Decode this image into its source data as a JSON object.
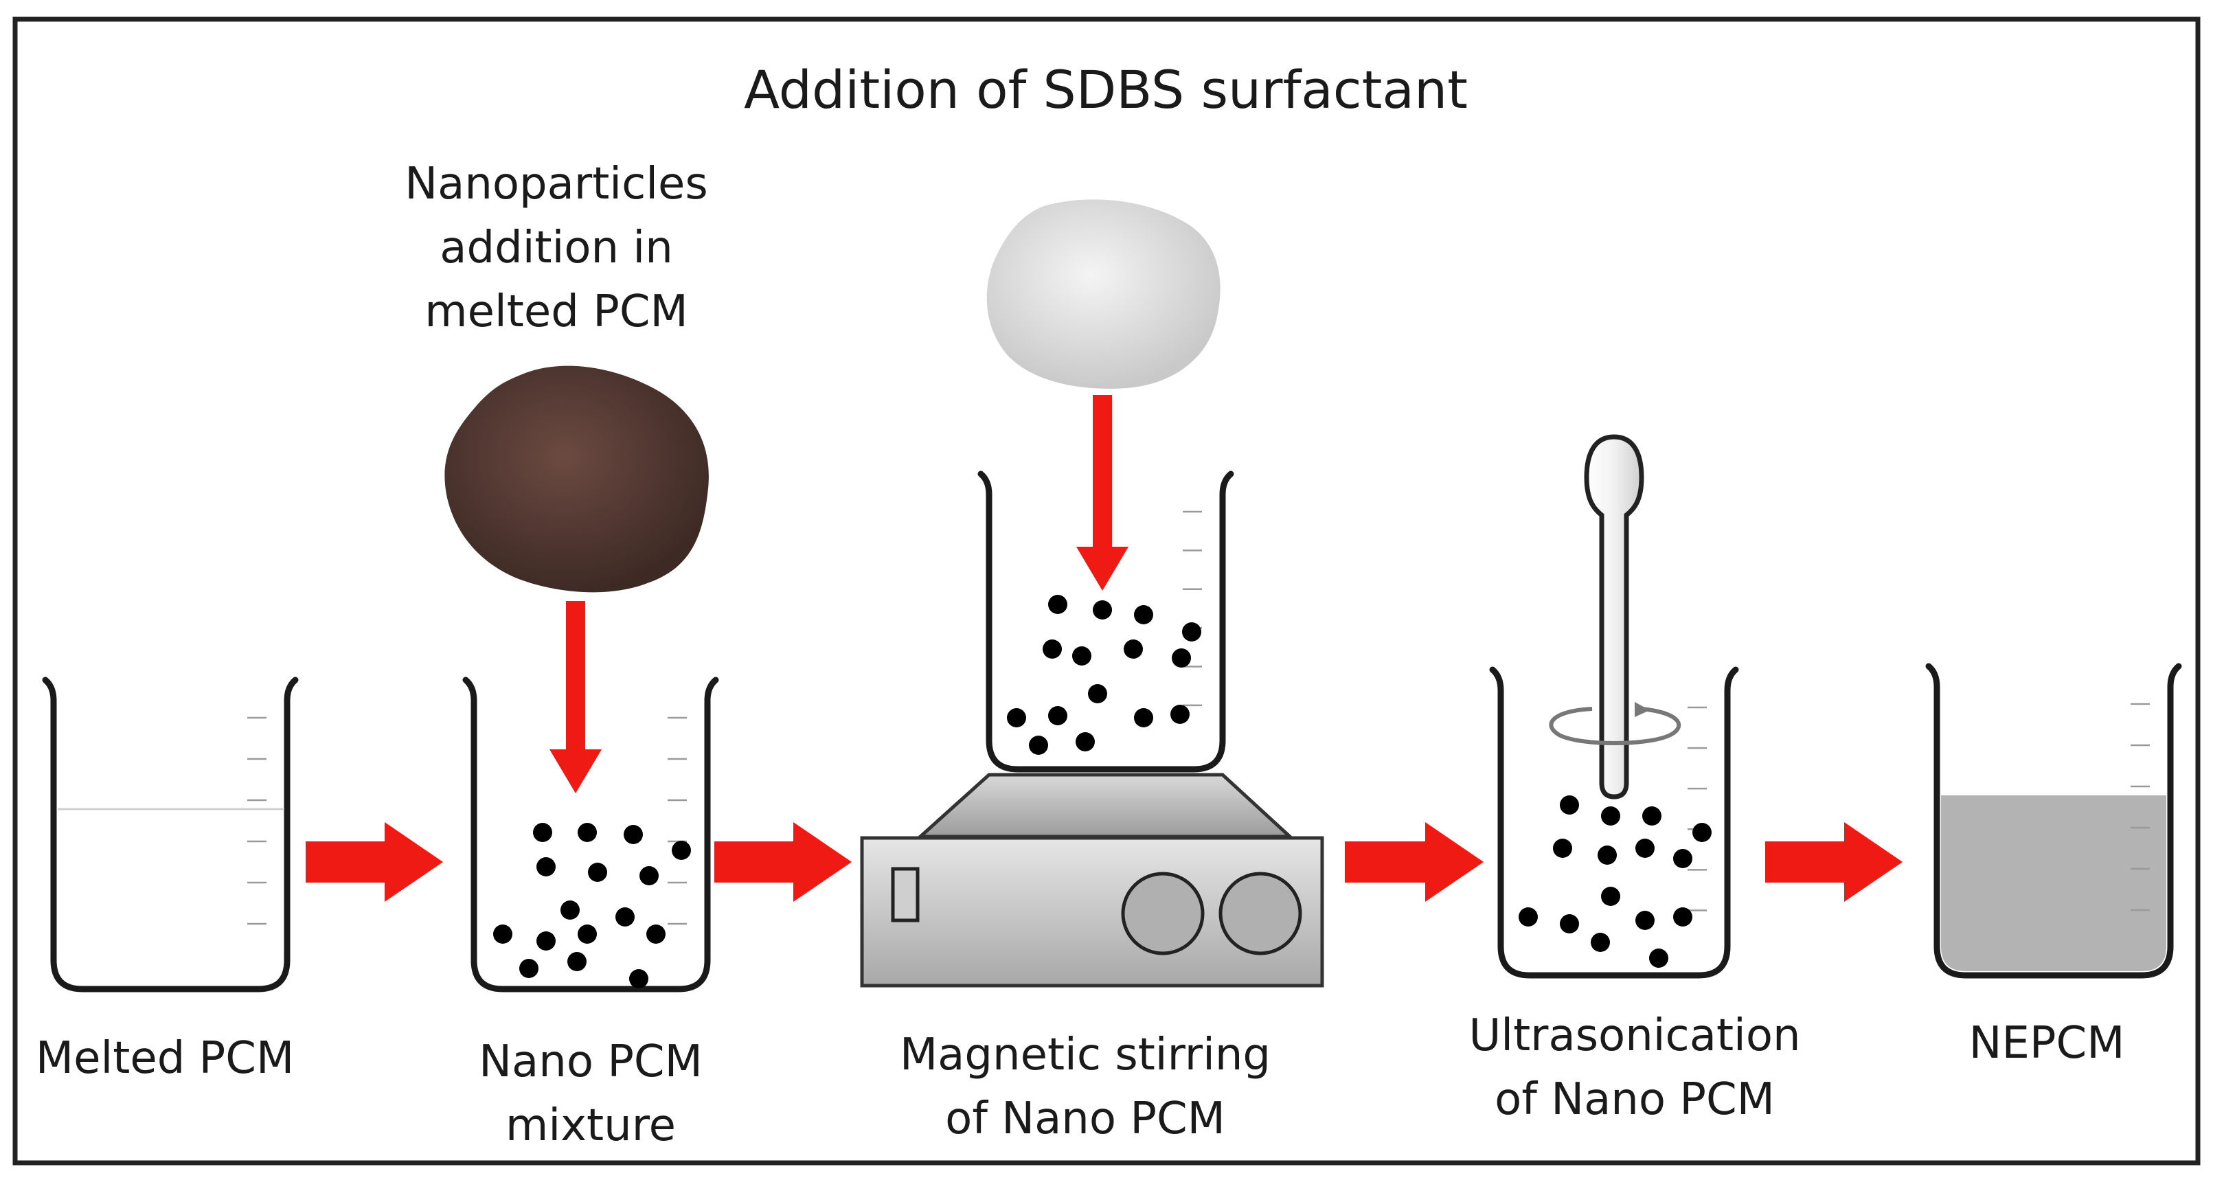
{
  "title": "Addition of SDBS surfactant",
  "nanoparticle_note": [
    "Nanoparticles",
    "addition in",
    "melted PCM"
  ],
  "steps": [
    {
      "label": [
        "Melted PCM"
      ]
    },
    {
      "label": [
        "Nano PCM",
        "mixture"
      ]
    },
    {
      "label": [
        "Magnetic stirring",
        "of Nano PCM"
      ]
    },
    {
      "label": [
        "Ultrasonication",
        "of Nano PCM"
      ]
    },
    {
      "label": [
        "NEPCM"
      ]
    }
  ],
  "colors": {
    "arrow": "#f01a14",
    "frame": "#222222",
    "particle": "#000000",
    "nanopowder": "#5a3c34",
    "surfactant_powder": "#dcdcdc",
    "nepcm_fluid": "#b3b3b3"
  },
  "icons": [
    "beaker-icon",
    "nanopowder-icon",
    "surfactant-powder-icon",
    "magnetic-stirrer-icon",
    "ultrasonic-probe-icon",
    "arrow-icon"
  ]
}
